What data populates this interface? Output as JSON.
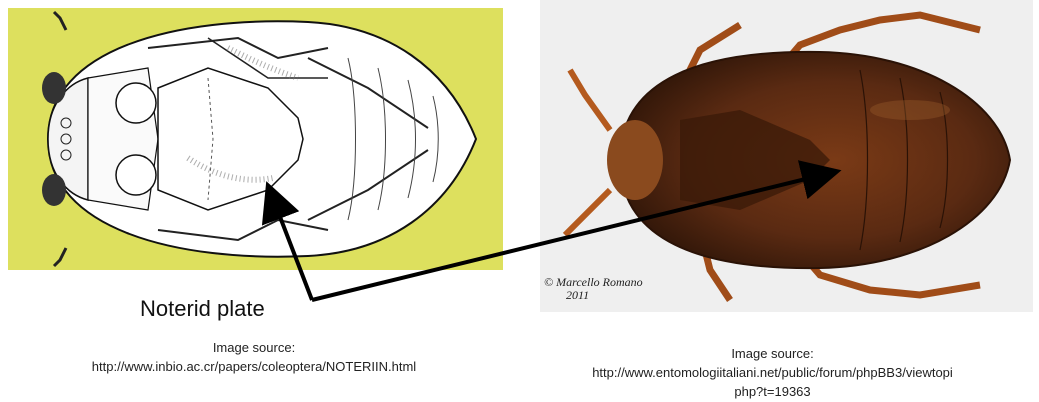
{
  "labels": {
    "plate": "Noterid plate"
  },
  "left_figure": {
    "caption_title": "Image source:",
    "caption_url": "http://www.inbio.ac.cr/papers/coleoptera/NOTERIIN.html",
    "background_color": "#dde05e"
  },
  "right_figure": {
    "caption_title": "Image source:",
    "caption_url_line1": "http://www.entomologiitaliani.net/public/forum/phpBB3/viewtopi",
    "caption_url_line2": "php?t=19363",
    "watermark_line1": "© Marcello Romano",
    "watermark_line2": "2011"
  },
  "colors": {
    "arrow": "#000000",
    "beetle_body": "#5a2a12",
    "beetle_legs": "#b45a1e"
  }
}
